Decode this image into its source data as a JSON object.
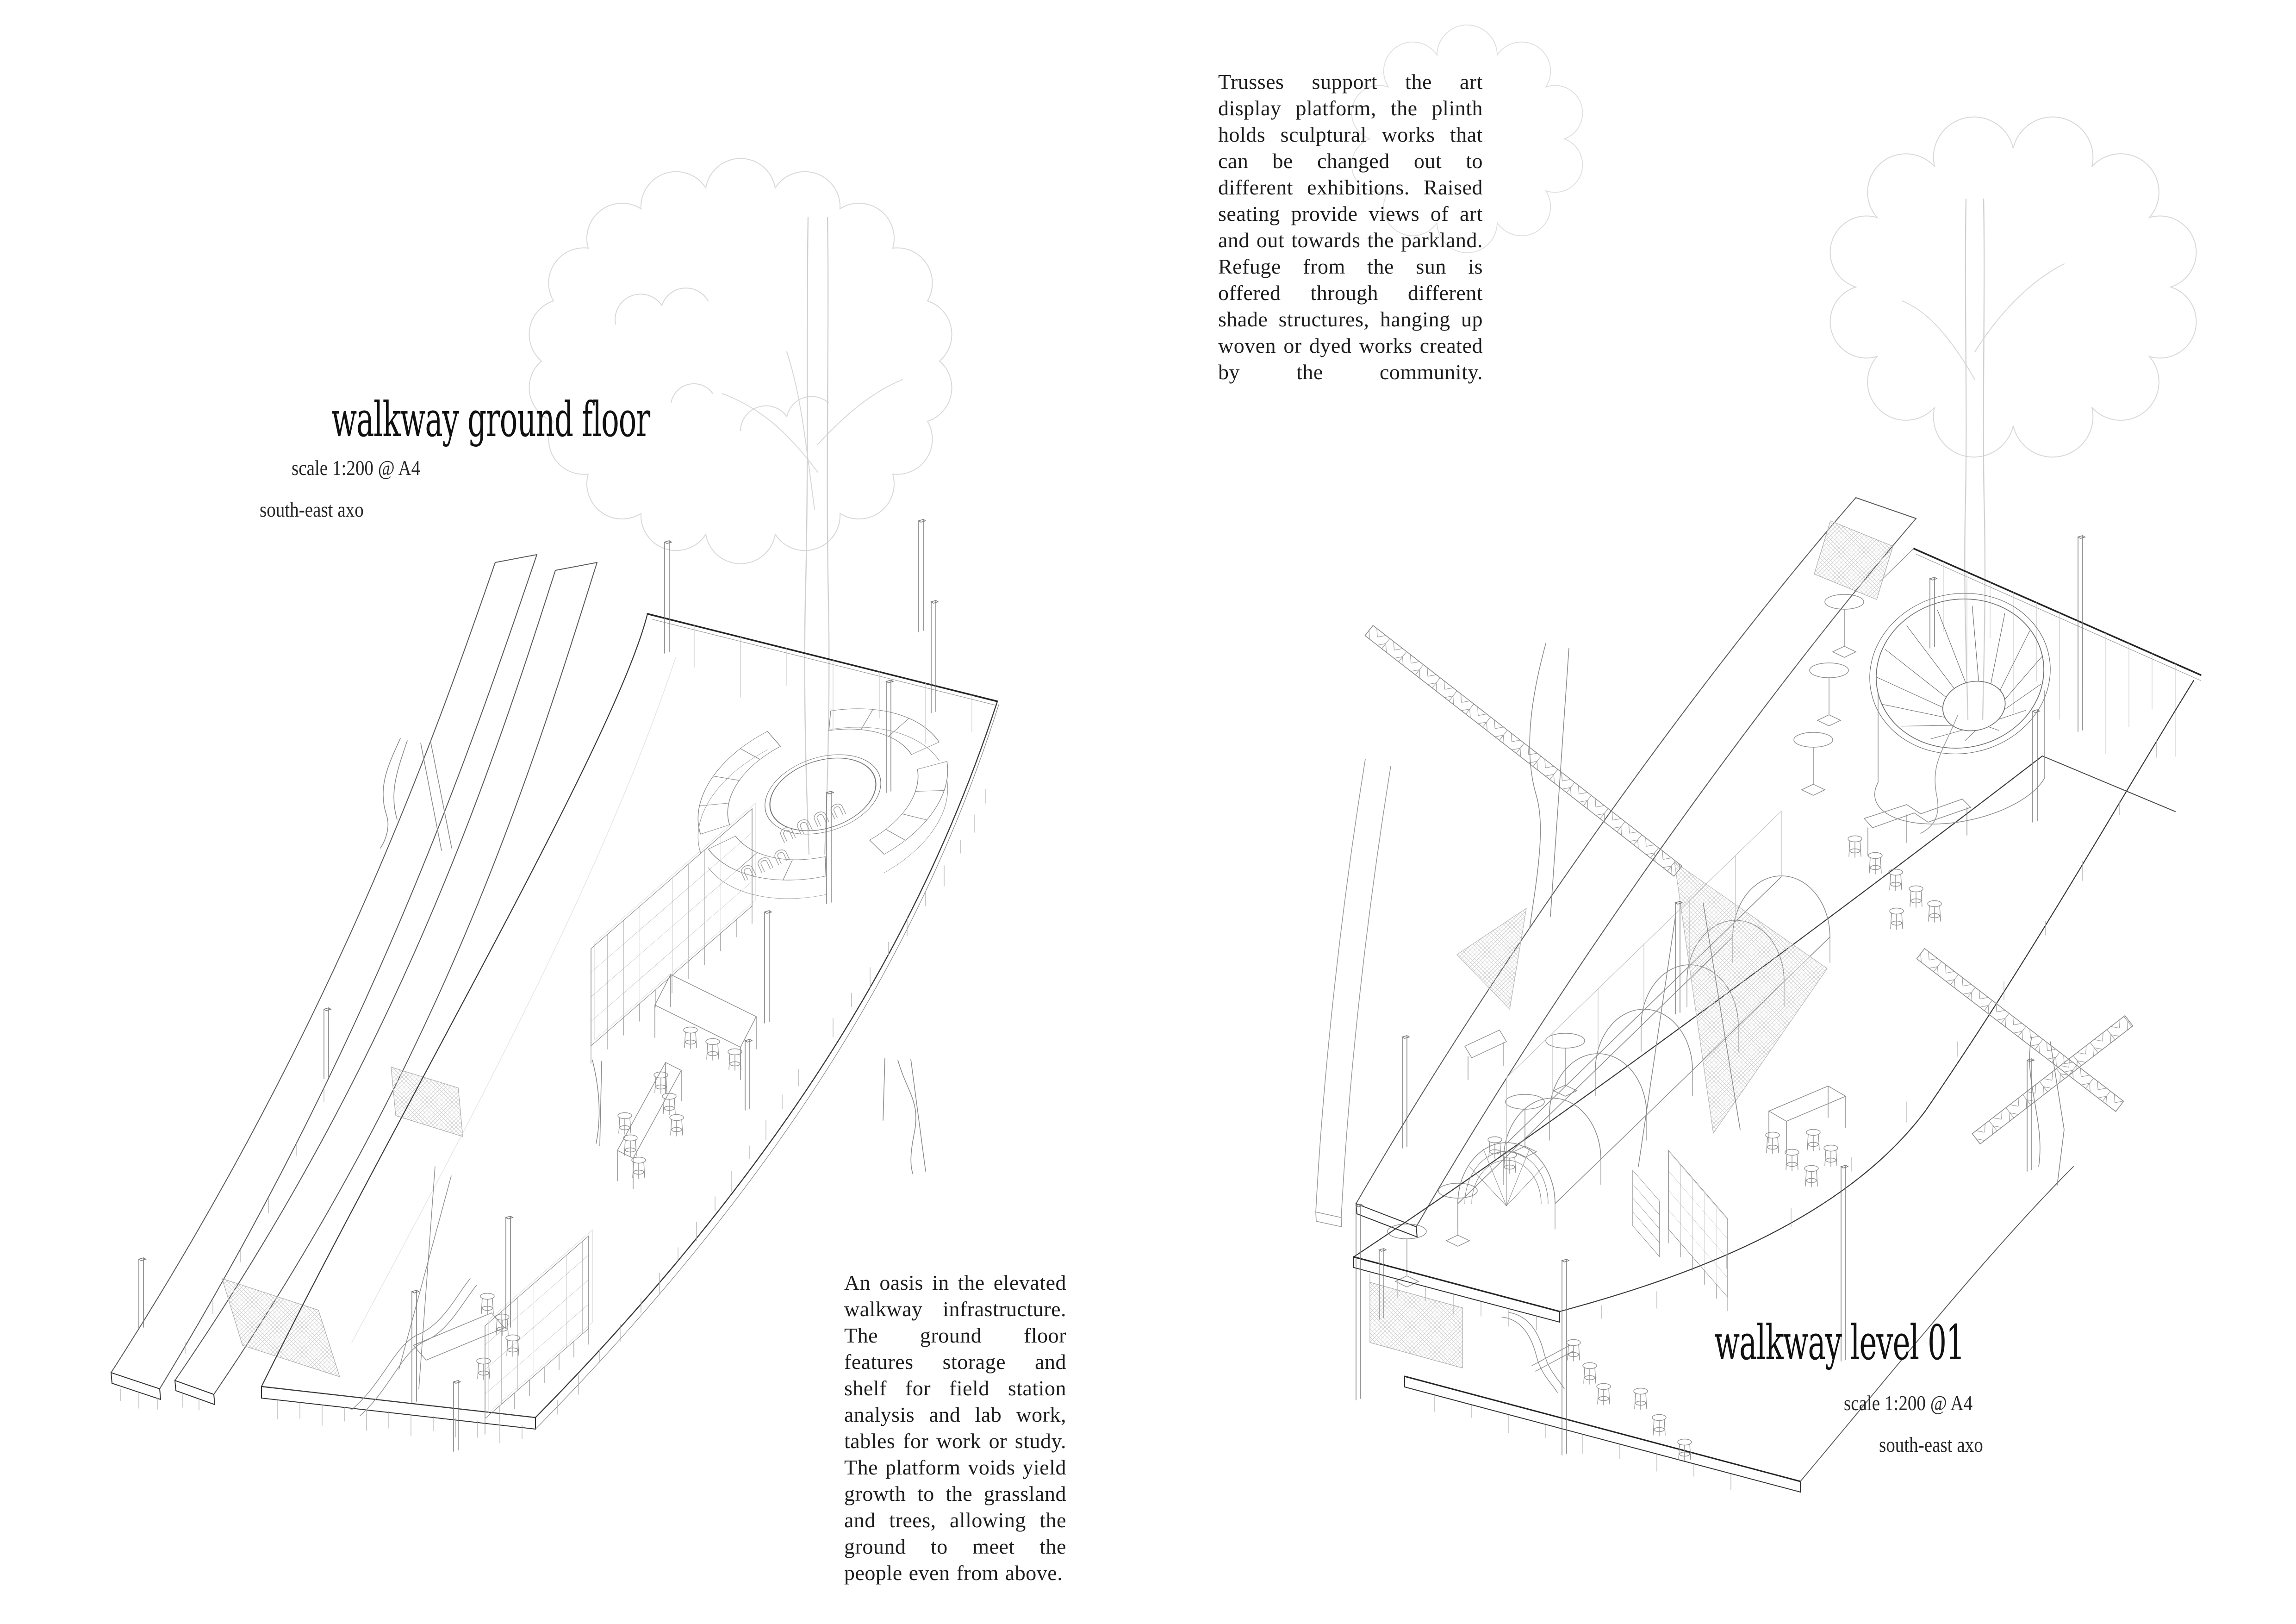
{
  "sheet": {
    "background": "#ffffff",
    "left_figure": {
      "title": "walkway ground floor",
      "scale_label": "scale 1:200 @ A4",
      "view_label": "south-east axo",
      "caption": "An oasis in the elevated walkway infrastructure. The ground floor features storage and shelf for field station analysis and lab work, tables for work or study. The platform voids yield growth to the grassland and trees, allowing the ground to meet the people even from above."
    },
    "right_figure": {
      "title": "walkway level 01",
      "scale_label": "scale 1:200 @ A4",
      "view_label": "south-east axo",
      "annotation": "Trusses support the art display platform, the plinth holds sculptural works that can be changed out to different exhibitions. Raised seating provide views of art and out towards the parkland. Refuge from the sun is offered through different shade structures, hanging up woven or dyed works created by the community."
    },
    "ink_colors": {
      "heavy_edge": "#2b2b2b",
      "medium_line": "#6f6f6f",
      "light_line": "#9a9a9a",
      "faint_tree": "#d8d8d8",
      "hatch": "#c9c9c9",
      "text": "#1d1d1d"
    }
  }
}
